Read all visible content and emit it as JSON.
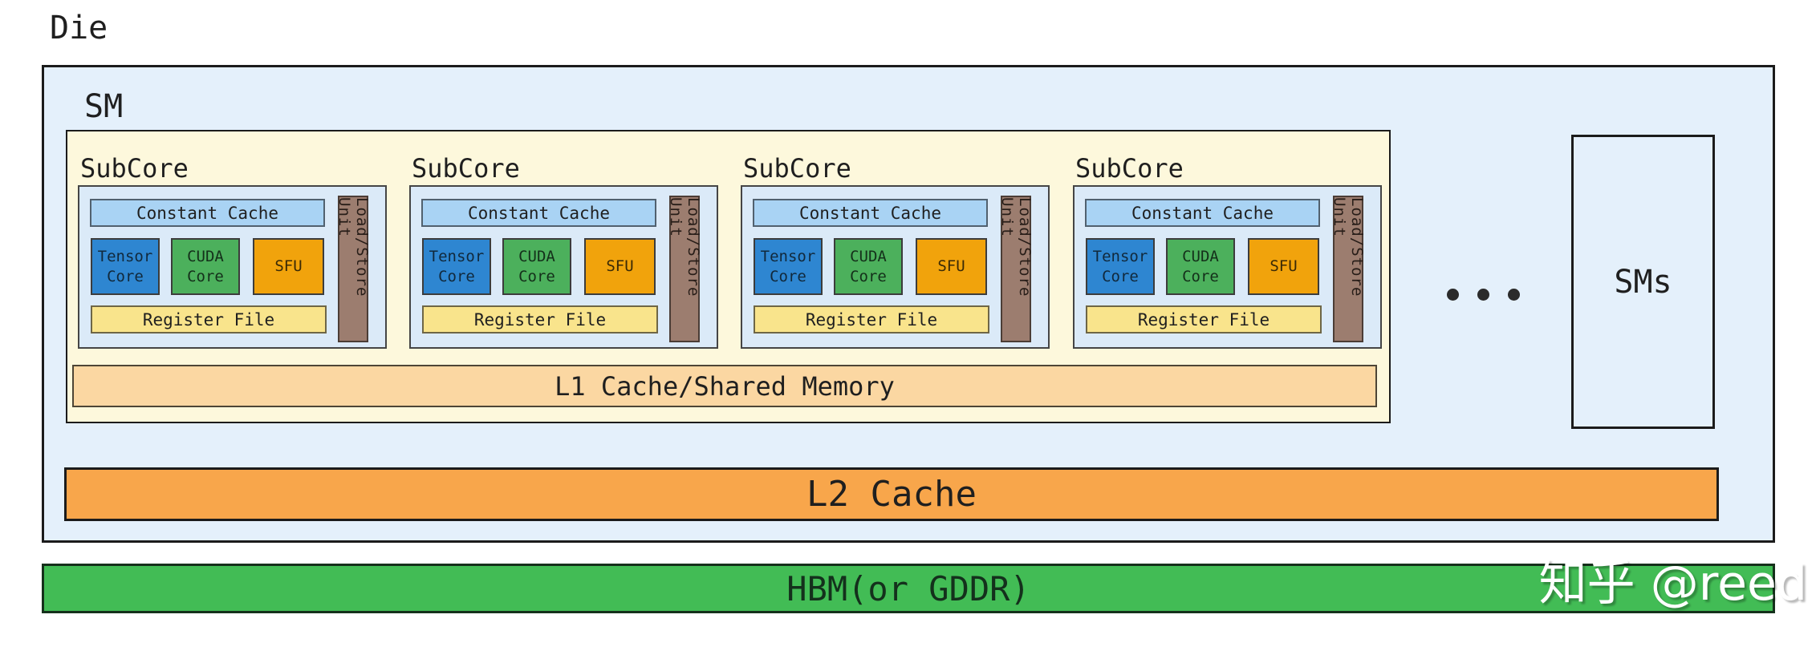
{
  "die": {
    "label": "Die"
  },
  "sm": {
    "label": "SM",
    "subcore_count": 4
  },
  "subcore": {
    "label": "SubCore",
    "constant_cache": "Constant Cache",
    "cores": [
      {
        "name": "tensor-core",
        "label": "Tensor\nCore",
        "color": "#2e86d1"
      },
      {
        "name": "cuda-core",
        "label": "CUDA\nCore",
        "color": "#4cb05c"
      },
      {
        "name": "sfu",
        "label": "SFU",
        "color": "#f1a30c"
      }
    ],
    "register_file": "Register File",
    "load_store_unit": "Load/Store Unit",
    "load_store_color": "#9c7d6f"
  },
  "l1": {
    "label": "L1 Cache/Shared Memory",
    "color": "#fbd7a2"
  },
  "ellipsis": {
    "dots": 3
  },
  "sms_box": {
    "label": "SMs"
  },
  "l2": {
    "label": "L2 Cache",
    "color": "#f8a64b"
  },
  "hbm": {
    "label": "HBM(or GDDR)",
    "color": "#42bc55"
  },
  "watermark": {
    "label": "知乎 @reed"
  },
  "colors": {
    "die_background": "#e4f0fb",
    "sm_background": "#fdf8dc",
    "subcore_panel_background": "#dbeaf8",
    "constant_cache": "#a9d3f4",
    "register_file": "#f9e48c",
    "border": "#1b1b1b"
  }
}
